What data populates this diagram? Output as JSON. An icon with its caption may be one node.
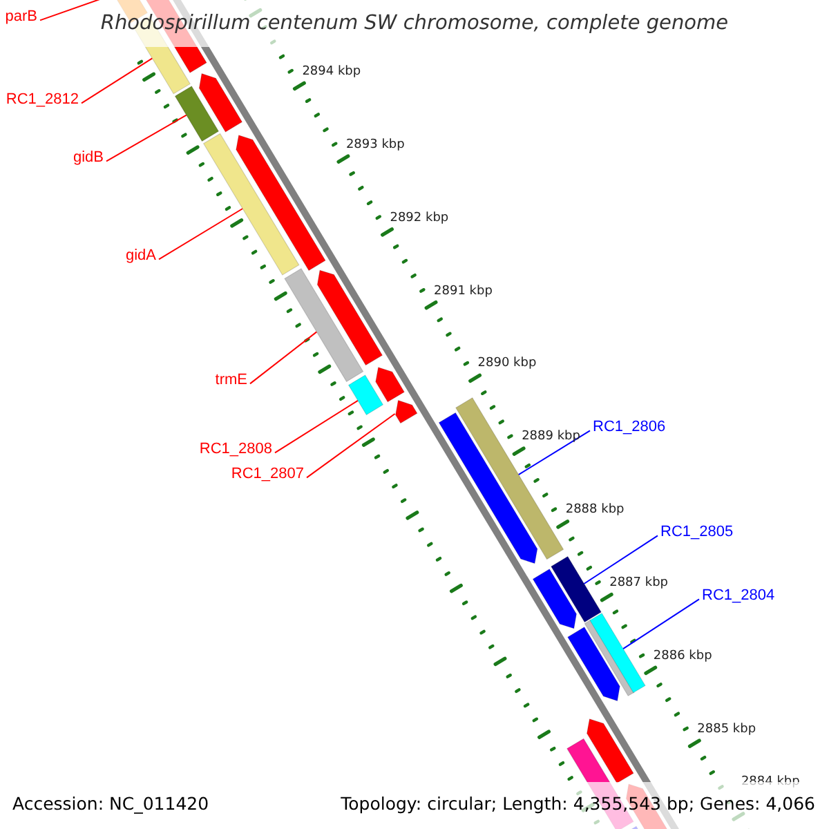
{
  "diagram": {
    "title": "Rhodospirillum centenum SW chromosome, complete genome",
    "nodes": [
      {
        "text": [
          "parB"
        ]
      },
      {
        "text": [
          "RC1_2812"
        ]
      },
      {
        "text": [
          "gidB"
        ]
      },
      {
        "text": [
          "gidA"
        ]
      },
      {
        "text": [
          "trmE"
        ]
      },
      {
        "text": [
          "RC1_2808"
        ]
      },
      {
        "text": [
          "RC1_2807"
        ]
      },
      {
        "text": [
          "RC1_2806"
        ]
      },
      {
        "text": [
          "RC1_2805"
        ]
      },
      {
        "text": [
          "RC1_2804"
        ]
      },
      {
        "text": [],
        "shape": "bar"
      },
      {
        "text": [],
        "shape": "bar"
      },
      {
        "text": [],
        "shape": "bar"
      },
      {
        "text": [],
        "shape": "bar"
      },
      {
        "text": [],
        "shape": "bar"
      },
      {
        "text": [],
        "shape": "bar"
      },
      {
        "text": [],
        "shape": "arrow"
      },
      {
        "text": [],
        "shape": "bar"
      },
      {
        "text": [],
        "shape": "bar"
      },
      {
        "text": [],
        "shape": "bar"
      },
      {
        "text": [],
        "shape": "arrow"
      },
      {
        "text": [],
        "shape": "arrow"
      },
      {
        "text": [],
        "shape": "arrow"
      },
      {
        "text": [],
        "shape": "arrow"
      },
      {
        "text": [],
        "shape": "arrow"
      },
      {
        "text": [],
        "shape": "arrow"
      },
      {
        "text": [],
        "shape": "arrow"
      },
      {
        "text": [],
        "shape": "arrow"
      },
      {
        "text": [],
        "shape": "arrow"
      },
      {
        "text": [],
        "shape": "bar"
      },
      {
        "text": [],
        "shape": "arrow"
      },
      {
        "text": [],
        "shape": "bar"
      }
    ],
    "edges": [
      {
        "from": 0,
        "to": 10,
        "arrow": "none"
      },
      {
        "from": 1,
        "to": 11,
        "arrow": "none"
      },
      {
        "from": 2,
        "to": 12,
        "arrow": "none"
      },
      {
        "from": 3,
        "to": 13,
        "arrow": "none"
      },
      {
        "from": 4,
        "to": 14,
        "arrow": "none"
      },
      {
        "from": 5,
        "to": 15,
        "arrow": "none"
      },
      {
        "from": 6,
        "to": 16,
        "arrow": "none"
      },
      {
        "from": 7,
        "to": 17,
        "arrow": "none",
        "color": "#0000ff"
      },
      {
        "from": 8,
        "to": 18,
        "arrow": "none",
        "color": "#0000ff"
      },
      {
        "from": 9,
        "to": 19,
        "arrow": "none",
        "color": "#0000ff"
      }
    ],
    "labels": [
      "2894 kbp",
      "2893 kbp",
      "2892 kbp",
      "2891 kbp",
      "2890 kbp",
      "2889 kbp",
      "2888 kbp",
      "2887 kbp",
      "2886 kbp",
      "2885 kbp",
      "2884 kbp",
      "Accession: NC_011420",
      "Topology: circular; Length: 4,355,543 bp; Genes: 4,066"
    ]
  }
}
